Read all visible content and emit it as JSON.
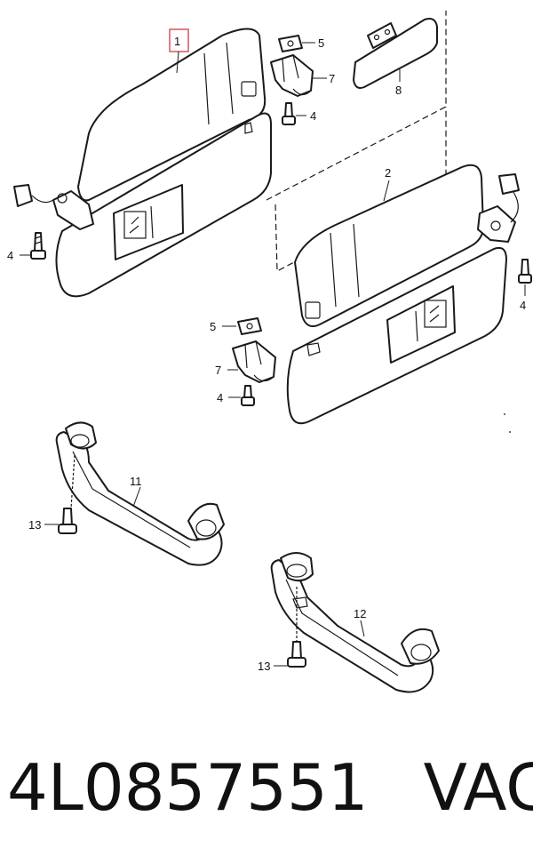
{
  "callouts": {
    "c1": "1",
    "c2": "2",
    "c4a": "4",
    "c4b": "4",
    "c4c": "4",
    "c4d": "4",
    "c5a": "5",
    "c5b": "5",
    "c7a": "7",
    "c7b": "7",
    "c8": "8",
    "c11": "11",
    "c12": "12",
    "c13a": "13",
    "c13b": "13"
  },
  "caption": {
    "part_number": "4L0857551",
    "brand": "VAG"
  },
  "colors": {
    "highlight": "#d9535e",
    "line": "#1a1a1a"
  }
}
